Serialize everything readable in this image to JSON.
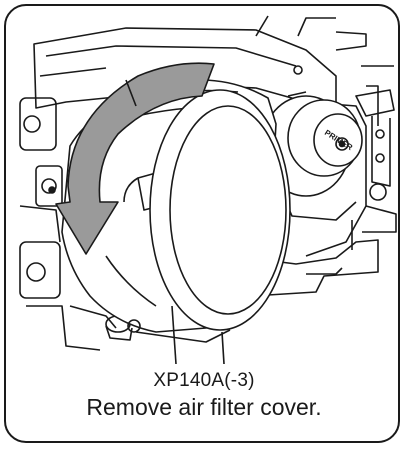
{
  "figure": {
    "model_code": "XP140A(-3)",
    "instruction": "Remove air filter cover.",
    "component_label": "PRIMER"
  },
  "colors": {
    "outline": "#1a1a1a",
    "arrow_fill": "#9a9a9a",
    "background": "#ffffff"
  },
  "icons": [
    "rotation-arrow-icon"
  ]
}
